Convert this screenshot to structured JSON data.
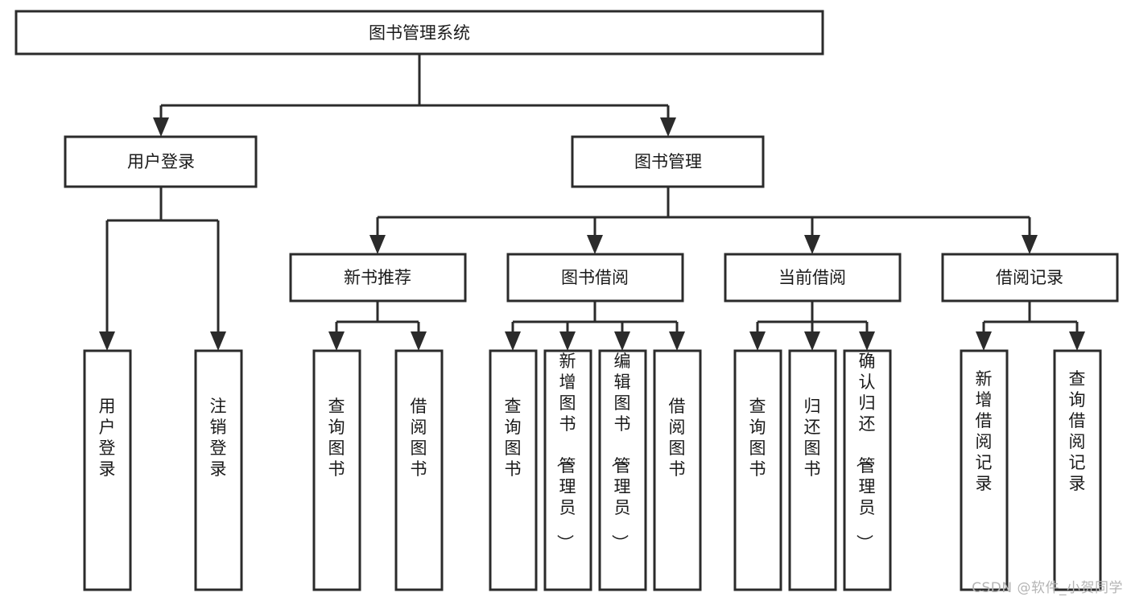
{
  "diagram": {
    "type": "tree",
    "title": "图书管理系统",
    "orientation": "top-down",
    "colors": {
      "box_fill": "#ffffff",
      "box_stroke": "#2b2b2b",
      "text": "#1a1a1a",
      "connector": "#2b2b2b",
      "background": "#ffffff",
      "watermark": "#b4b4b4"
    },
    "root": {
      "label": "图书管理系统",
      "name": "node-root-library-system"
    },
    "level2": [
      {
        "label": "用户登录",
        "name": "node-user-login"
      },
      {
        "label": "图书管理",
        "name": "node-book-management"
      }
    ],
    "level3": [
      {
        "label": "新书推荐",
        "name": "node-new-book-recommend"
      },
      {
        "label": "图书借阅",
        "name": "node-book-borrow"
      },
      {
        "label": "当前借阅",
        "name": "node-current-borrow"
      },
      {
        "label": "借阅记录",
        "name": "node-borrow-record"
      }
    ],
    "leaves": {
      "user_login": [
        {
          "label": "用户登录",
          "name": "leaf-user-login"
        },
        {
          "label": "注销登录",
          "name": "leaf-logout"
        }
      ],
      "new_book_recommend": [
        {
          "label": "查询图书",
          "name": "leaf-query-book-recommend"
        },
        {
          "label": "借阅图书",
          "name": "leaf-borrow-book-recommend"
        }
      ],
      "book_borrow": [
        {
          "label": "查询图书",
          "name": "leaf-query-book-borrow"
        },
        {
          "label": "新增图书（管理员）",
          "name": "leaf-add-book-admin"
        },
        {
          "label": "编辑图书（管理员）",
          "name": "leaf-edit-book-admin"
        },
        {
          "label": "借阅图书",
          "name": "leaf-borrow-book"
        }
      ],
      "current_borrow": [
        {
          "label": "查询图书",
          "name": "leaf-query-book-current"
        },
        {
          "label": "归还图书",
          "name": "leaf-return-book"
        },
        {
          "label": "确认归还（管理员）",
          "name": "leaf-confirm-return-admin"
        }
      ],
      "borrow_record": [
        {
          "label": "新增借阅记录",
          "name": "leaf-add-borrow-record"
        },
        {
          "label": "查询借阅记录",
          "name": "leaf-query-borrow-record"
        }
      ]
    }
  },
  "watermark": {
    "text": "CSDN @软件_小贺同学"
  }
}
